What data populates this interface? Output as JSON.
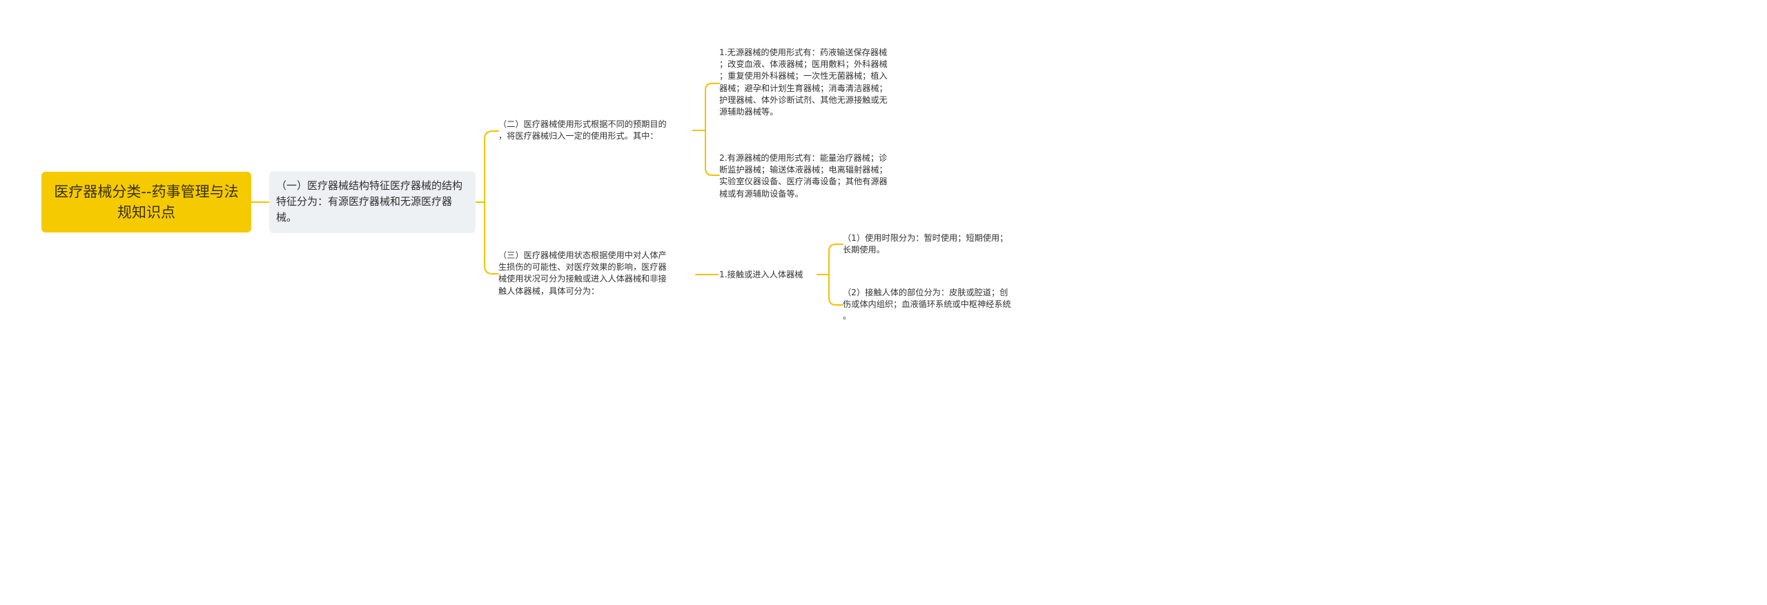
{
  "mindmap": {
    "root": "医疗器械分类--药事管理与法规知识点",
    "level1": "（一）医疗器械结构特征医疗器械的结构特征分为：有源医疗器械和无源医疗器械。",
    "branch_usage_form": {
      "text": "（二）医疗器械使用形式根据不同的预期目的\n，将医疗器械归入一定的使用形式。其中：",
      "passive": "1.无源器械的使用形式有：药液输送保存器械\n；改变血液、体液器械；医用敷料；外科器械\n；重复使用外科器械；一次性无菌器械；植入\n器械；避孕和计划生育器械；消毒清洁器械；\n护理器械、体外诊断试剂、其他无源接触或无\n源辅助器械等。",
      "active": "2.有源器械的使用形式有：能量治疗器械；诊\n断监护器械；输送体液器械；电离辐射器械；\n实验室仪器设备、医疗消毒设备；其他有源器\n械或有源辅助设备等。"
    },
    "branch_usage_state": {
      "text": "（三）医疗器械使用状态根据使用中对人体产\n生损伤的可能性、对医疗效果的影响，医疗器\n械使用状况可分为接触或进入人体器械和非接\n触人体器械，具体可分为：",
      "contact": "1.接触或进入人体器械",
      "duration": "（1）使用时限分为：暂时使用；短期使用；\n长期使用。",
      "body_part": "（2）接触人体的部位分为：皮肤或腔道；创\n伤或体内组织；血液循环系统或中枢神经系统\n。"
    }
  },
  "colors": {
    "root_fill": "#f5cb00",
    "level1_fill": "#eef1f4",
    "connector": "#f2c200"
  }
}
